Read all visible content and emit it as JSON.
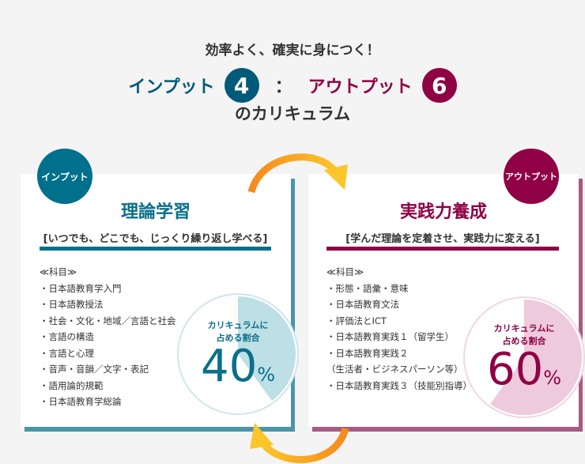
{
  "header": {
    "tagline": "効率よく、確実に身につく！",
    "input_label": "インプット",
    "input_ratio": "4",
    "separator": "：",
    "output_label": "アウトプット",
    "output_ratio": "6",
    "curriculum_label": "のカリキュラム"
  },
  "colors": {
    "input": "#005a78",
    "output": "#900045",
    "arrow": "#f9a51a"
  },
  "input_card": {
    "badge": "インプット",
    "title": "理論学習",
    "subtitle": "[いつでも、どこでも、じっくり繰り返し学べる]",
    "subjects_heading": "≪科目≫",
    "subjects": [
      "・日本語教育学入門",
      "・日本語教授法",
      "・社会・文化・地域／言語と社会",
      "・言語の構造",
      "・言語と心理",
      "・音声・音韻／文字・表記",
      "・語用論的規範",
      "・日本語教育学総論"
    ],
    "share_label_1": "カリキュラムに",
    "share_label_2": "占める割合",
    "share_value": "40",
    "share_unit": "%",
    "share_fraction": 0.4
  },
  "output_card": {
    "badge": "アウトプット",
    "title": "実践力養成",
    "subtitle": "[学んだ理論を定着させ、実践力に変える]",
    "subjects_heading": "≪科目≫",
    "subjects": [
      "・形態・語彙・意味",
      "・日本語教育文法",
      "・評価法とICT",
      "・日本語教育実践１（留学生）",
      "・日本語教育実践２",
      "（生活者・ビジネスパーソン等）",
      "・日本語教育実践３（技能別指導）"
    ],
    "share_label_1": "カリキュラムに",
    "share_label_2": "占める割合",
    "share_value": "60",
    "share_unit": "%",
    "share_fraction": 0.6
  }
}
